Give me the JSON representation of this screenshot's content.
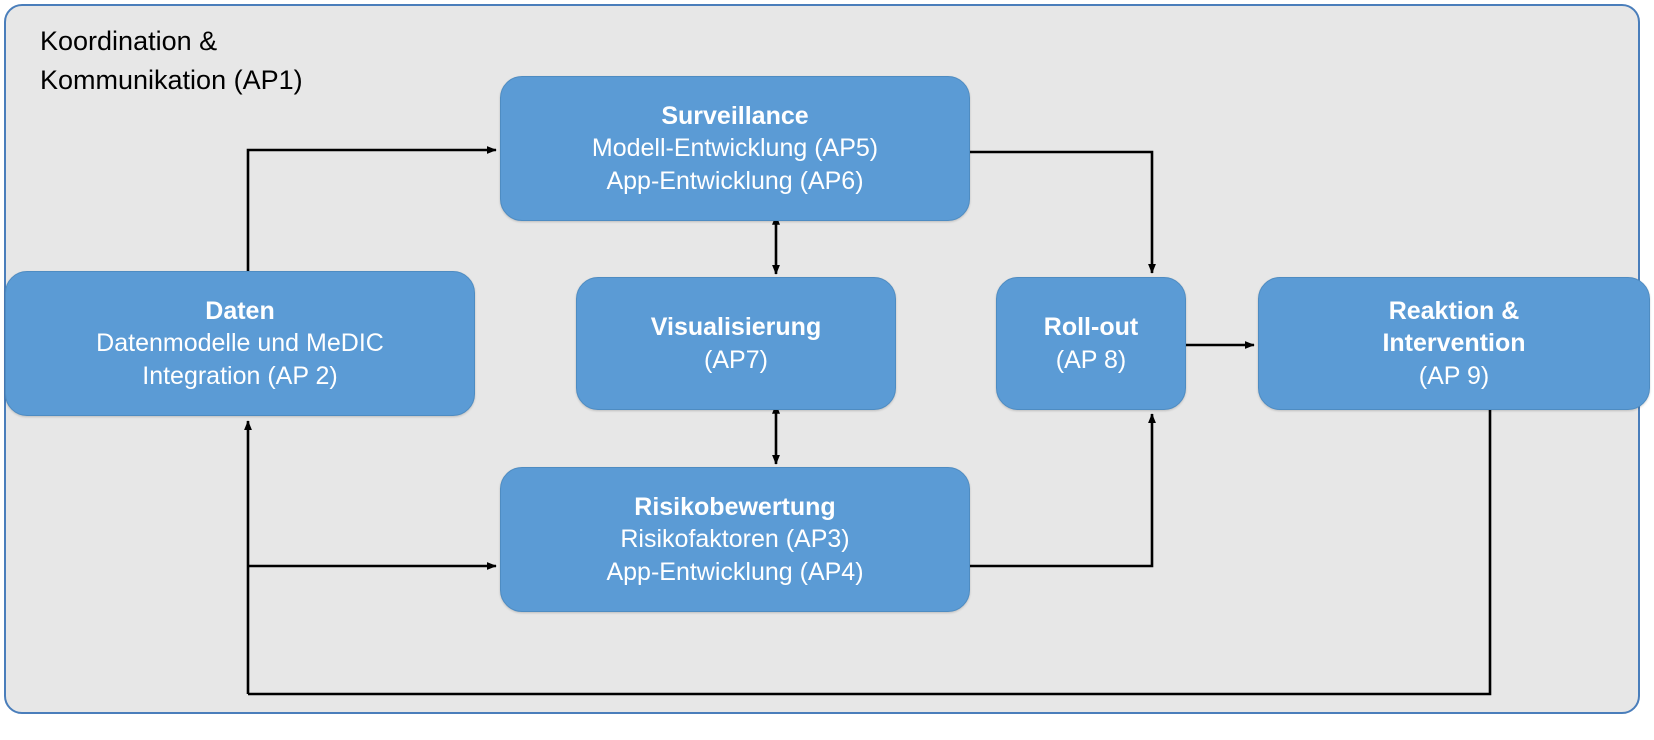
{
  "diagram": {
    "type": "flow-diagram",
    "container": {
      "title": "Koordination &\nKommunikation (AP1)",
      "background_color": "#e7e7e7",
      "border_color": "#4a7ebb"
    },
    "node_fill_color": "#5b9bd5",
    "node_text_color": "#ffffff",
    "connector_color": "#000000",
    "nodes": [
      {
        "id": "surveillance",
        "title": "Surveillance",
        "lines": [
          "Modell-Entwicklung (AP5)",
          "App-Entwicklung (AP6)"
        ]
      },
      {
        "id": "daten",
        "title": "Daten",
        "lines": [
          "Datenmodelle und MeDIC",
          "Integration (AP 2)"
        ]
      },
      {
        "id": "visualisierung",
        "title": "Visualisierung",
        "lines": [
          "(AP7)"
        ]
      },
      {
        "id": "rollout",
        "title": "Roll-out",
        "lines": [
          "(AP 8)"
        ]
      },
      {
        "id": "reaktion",
        "title": "Reaktion &\nIntervention",
        "lines": [
          "(AP 9)"
        ]
      },
      {
        "id": "risikobewertung",
        "title": "Risikobewertung",
        "lines": [
          "Risikofaktoren (AP3)",
          "App-Entwicklung (AP4)"
        ]
      }
    ],
    "connectors": [
      {
        "id": "daten-to-surveillance",
        "from": "daten",
        "to": "surveillance",
        "arrowheads": "end"
      },
      {
        "id": "daten-to-risikobewertung",
        "from": "daten",
        "to": "risikobewertung",
        "arrowheads": "end"
      },
      {
        "id": "risikobewertung-to-daten",
        "from": "risikobewertung",
        "to": "daten",
        "arrowheads": "end"
      },
      {
        "id": "surveillance-visualisierung",
        "from": "surveillance",
        "to": "visualisierung",
        "arrowheads": "both"
      },
      {
        "id": "visualisierung-risikobewertung",
        "from": "visualisierung",
        "to": "risikobewertung",
        "arrowheads": "both"
      },
      {
        "id": "surveillance-to-rollout",
        "from": "surveillance",
        "to": "rollout",
        "arrowheads": "end"
      },
      {
        "id": "risikobewertung-to-rollout",
        "from": "risikobewertung",
        "to": "rollout",
        "arrowheads": "end"
      },
      {
        "id": "rollout-to-reaktion",
        "from": "rollout",
        "to": "reaktion",
        "arrowheads": "end"
      },
      {
        "id": "reaktion-to-daten",
        "from": "reaktion",
        "to": "daten",
        "arrowheads": "end"
      }
    ]
  }
}
